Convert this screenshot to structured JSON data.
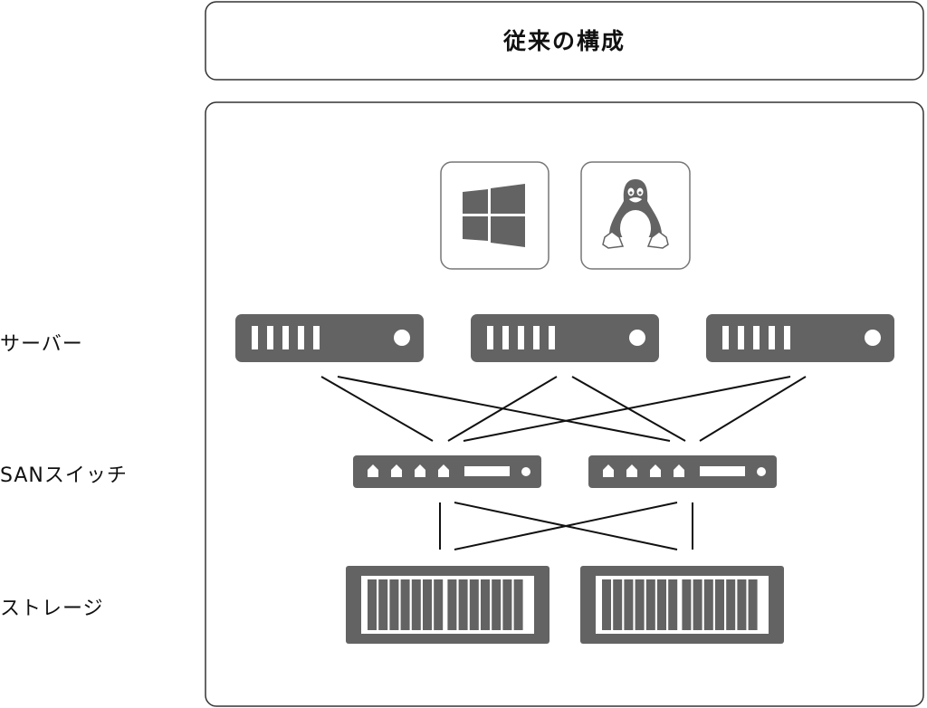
{
  "title": "従来の構成",
  "row_labels": {
    "servers": "サーバー",
    "switches": "SANスイッチ",
    "storage": "ストレージ"
  },
  "os_icons": [
    "windows-logo",
    "linux-penguin"
  ],
  "counts": {
    "servers": 3,
    "switches": 2,
    "storage": 2
  },
  "colors": {
    "device": "#636363",
    "frame": "#333333",
    "os_border": "#777777",
    "line": "#111111"
  }
}
